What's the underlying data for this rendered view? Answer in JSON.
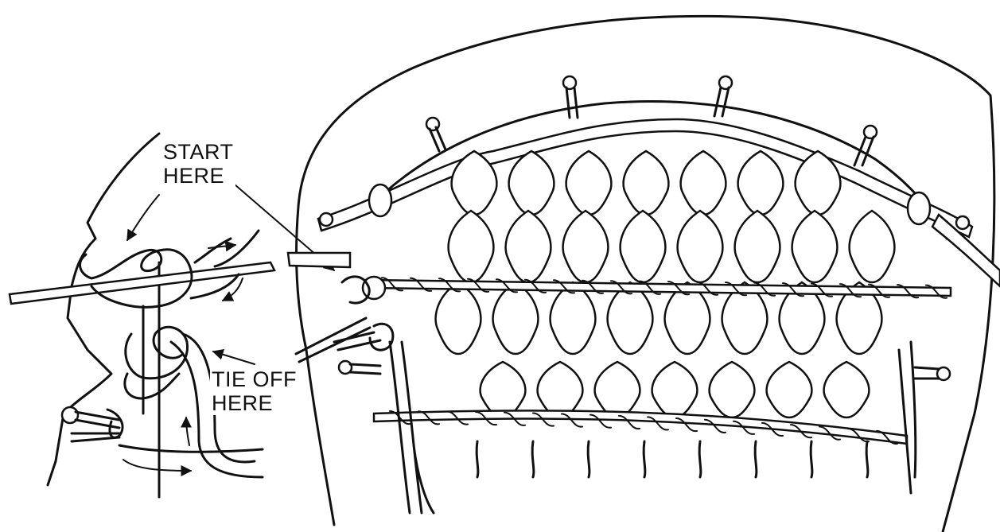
{
  "labels": {
    "start_line1": "START",
    "start_line2": "HERE",
    "tieoff_line1": "TIE OFF",
    "tieoff_line2": "HERE"
  },
  "colors": {
    "ink": "#111111",
    "paper": "#ffffff"
  }
}
